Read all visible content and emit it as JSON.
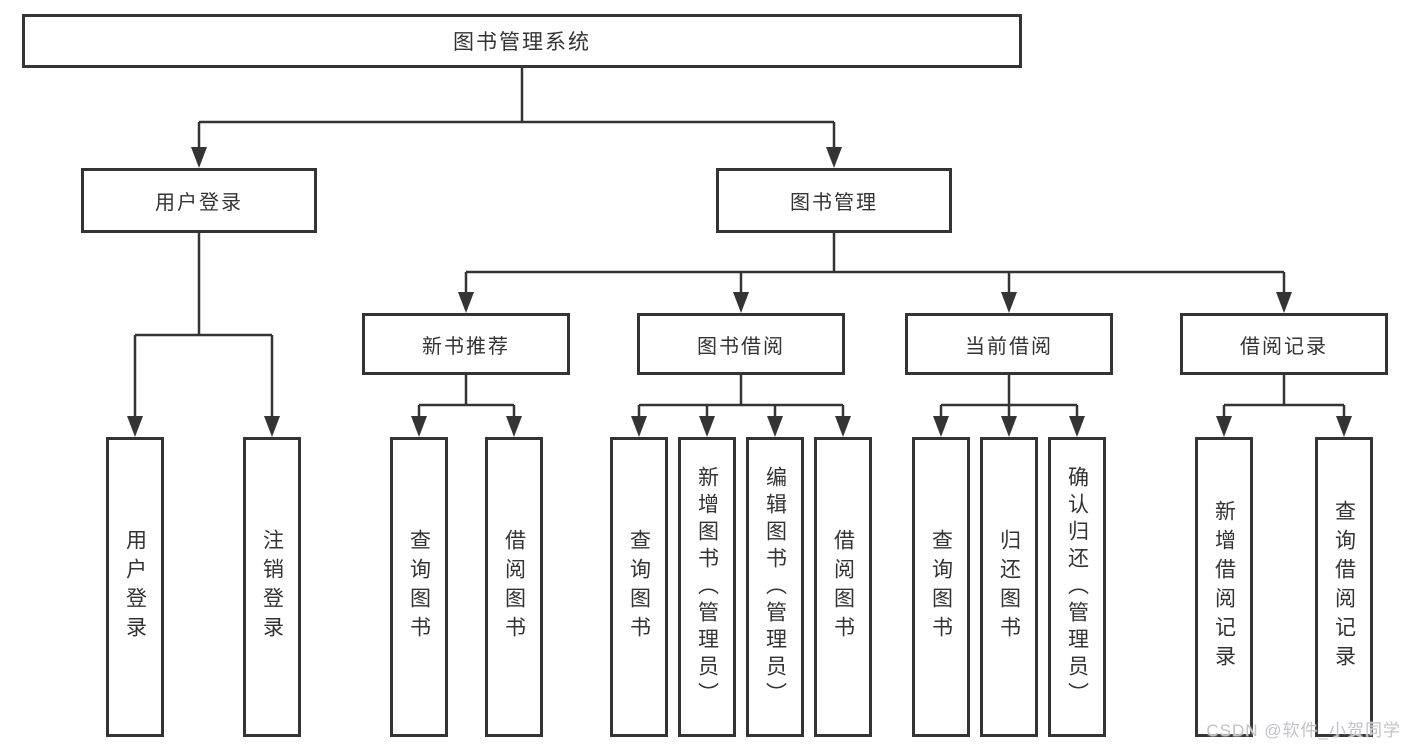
{
  "diagram": {
    "root": "图书管理系统",
    "level2": [
      "用户登录",
      "图书管理"
    ],
    "level3": [
      "新书推荐",
      "图书借阅",
      "当前借阅",
      "借阅记录"
    ],
    "leaves_user_login": [
      "用户登录",
      "注销登录"
    ],
    "leaves_new_books": [
      "查询图书",
      "借阅图书"
    ],
    "leaves_book_borrow": [
      "查询图书",
      "新增图书（管理员）",
      "编辑图书（管理员）",
      "借阅图书"
    ],
    "leaves_current_borrow": [
      "查询图书",
      "归还图书",
      "确认归还（管理员）"
    ],
    "leaves_borrow_records": [
      "新增借阅记录",
      "查询借阅记录"
    ]
  },
  "watermark": "CSDN @软件_小贺同学",
  "colors": {
    "line": "#343434",
    "text": "#333333",
    "box_background": "#ffffff",
    "watermark": "#c2c2c8"
  }
}
